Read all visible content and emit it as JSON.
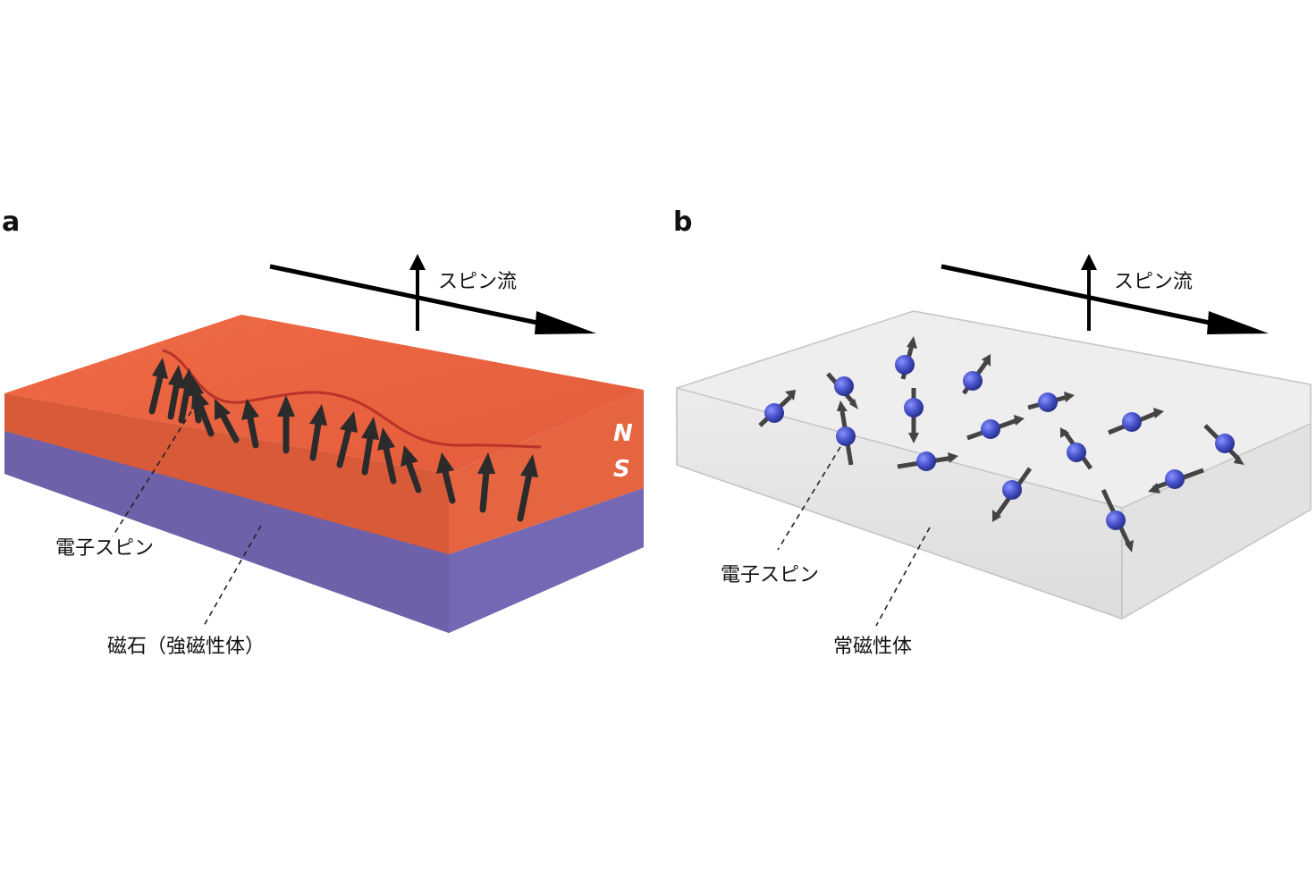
{
  "panel_a": {
    "label": "a",
    "spin_current_label": "スピン流",
    "north_label": "N",
    "south_label": "S",
    "electron_spin_label": "電子スピン",
    "material_label": "磁石（強磁性体）",
    "colors": {
      "magnet_top": "#e8623f",
      "magnet_side": "#d85a38",
      "south_layer": "#6e61aa",
      "wave": "#b8342a"
    }
  },
  "panel_b": {
    "label": "b",
    "spin_current_label": "スピン流",
    "electron_spin_label": "電子スピン",
    "material_label": "常磁性体",
    "colors": {
      "box_top": "#f1f1f1",
      "box_side": "#e3e3e3",
      "electron": "#4651c8"
    }
  },
  "icons": [
    "spin-current-axes-icon",
    "spin-arrow-icon",
    "electron-sphere-icon"
  ]
}
